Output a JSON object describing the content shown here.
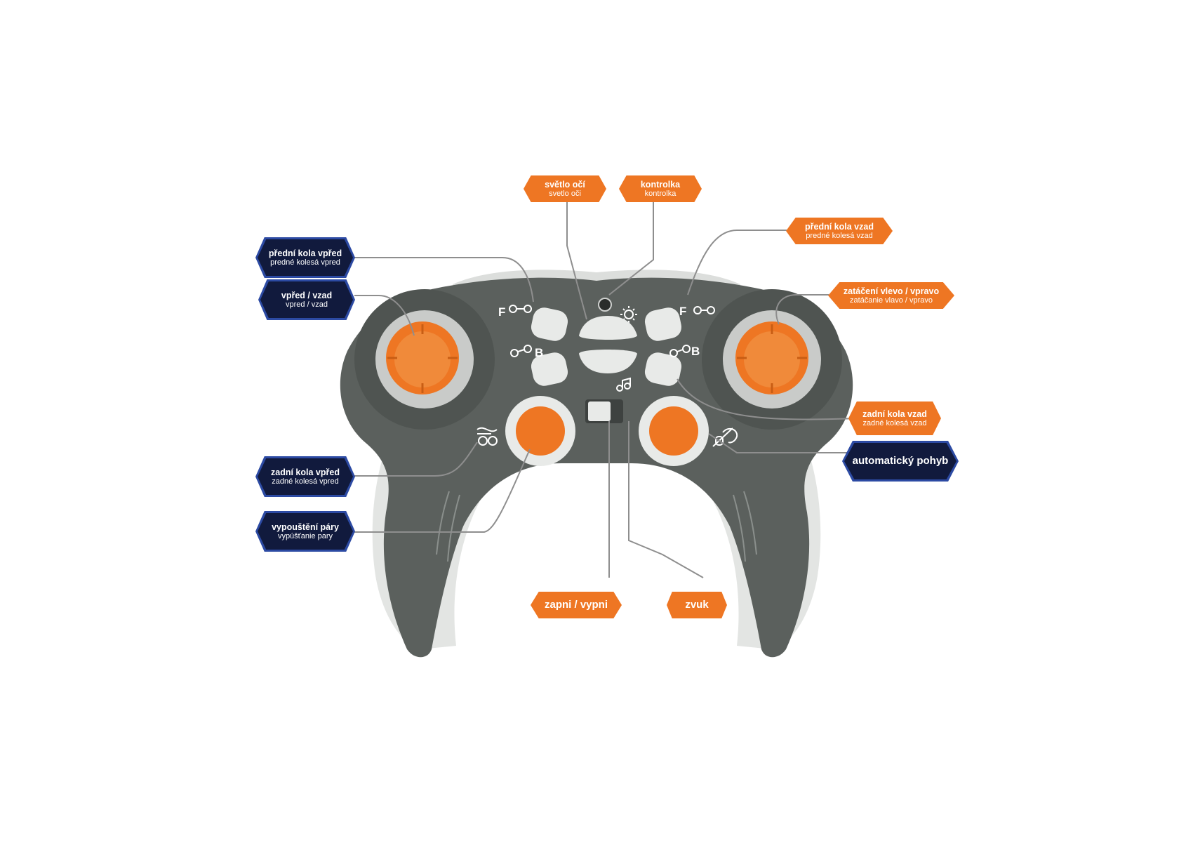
{
  "labels": {
    "eye_light": {
      "cz": "světlo očí",
      "sk": "svetlo oči"
    },
    "indicator": {
      "cz": "kontrolka",
      "sk": "kontrolka"
    },
    "front_wheels_back": {
      "cz": "přední kola vzad",
      "sk": "predné kolesá vzad"
    },
    "steering": {
      "cz": "zatáčení vlevo / vpravo",
      "sk": "zatáčanie vlavo / vpravo"
    },
    "rear_wheels_back": {
      "cz": "zadní kola vzad",
      "sk": "zadné kolesá vzad"
    },
    "auto_motion": {
      "cz": "automatický pohyb"
    },
    "front_wheels_fwd": {
      "cz": "přední kola vpřed",
      "sk": "predné kolesá vpred"
    },
    "fwd_back": {
      "cz": "vpřed / vzad",
      "sk": "vpred / vzad"
    },
    "rear_wheels_fwd": {
      "cz": "zadní kola vpřed",
      "sk": "zadné kolesá vpred"
    },
    "steam": {
      "cz": "vypouštění páry",
      "sk": "vypúšťanie pary"
    },
    "power": {
      "cz": "zapni / vypni"
    },
    "sound": {
      "cz": "zvuk"
    }
  },
  "button_glyphs": {
    "forward": "F",
    "backward": "B"
  },
  "colors": {
    "orange": "#ee7623",
    "navy": "#111a3d",
    "navy_border": "#2c4aa3",
    "body_dark": "#5b605d",
    "body_light": "#e4e6e4"
  }
}
